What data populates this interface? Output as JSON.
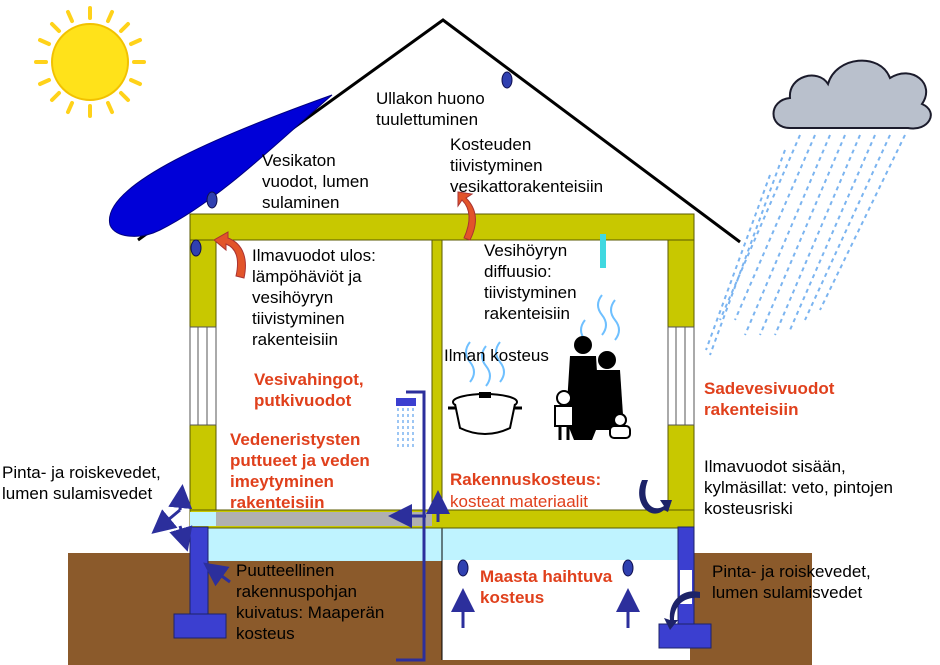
{
  "labels": {
    "attic_ventilation": "Ullakon huono\ntuulettuminen",
    "roof_leaks": "Vesikaton\nvuodot, lumen\nsulaminen",
    "roof_condensation": "Kosteuden\ntiivistyminen\nvesikattorakenteisiin",
    "air_leaks_out": "Ilmavuodot ulos:\nlämpöhäviöt ja\nvesihöyryn\ntiivistyminen\nrakenteisiin",
    "vapour_diffusion": "Vesihöyryn\ndiffuusio:\ntiivistyminen\nrakenteisiin",
    "air_humidity": "Ilman kosteus",
    "water_damage": "Vesivahingot,\nputkivuodot",
    "waterproofing": "Vedeneristysten\nputtueet ja veden\nimeytyminen\nrakenteisiin",
    "construction_moisture_title": "Rakennuskosteus:",
    "construction_moisture_sub": "kosteat materiaalit",
    "rain_leaks": "Sadevesivuodot\nrakenteisiin",
    "air_leaks_in": "Ilmavuodot sisään,\nkylmäsillat: veto, pintojen\nkosteusriski",
    "surface_water_left": "Pinta- ja roiskevedet,\nlumen sulamisvedet",
    "surface_water_right": "Pinta- ja roiskevedet,\nlumen sulamisvedet",
    "foundation_drainage": "Puutteellinen\nrakennuspohjan\nkuivatus: Maaperän\nkosteus",
    "ground_evaporation": "Maasta haihtuva\nkosteus"
  },
  "icons": [
    "sun-icon",
    "cloud-icon",
    "rain-icon",
    "snow-drift-icon",
    "water-drop-icon",
    "cooking-pot-icon",
    "family-icon",
    "shower-icon",
    "moisture-arrow-icon"
  ],
  "colors": {
    "wall": "#c8c800",
    "roof_line": "#000000",
    "sun": "#ffe21a",
    "water": "#1f3ebd",
    "ground": "#8b5a2b",
    "foundation": "#3b3fd0",
    "crawlspace": "#bff3ff",
    "red_text": "#e0401c",
    "red_arrow": "#e2542a"
  }
}
